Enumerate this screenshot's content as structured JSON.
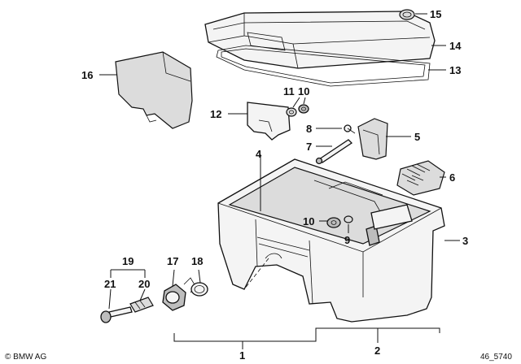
{
  "callouts": {
    "c1": "1",
    "c2": "2",
    "c3": "3",
    "c4": "4",
    "c5": "5",
    "c6": "6",
    "c7": "7",
    "c8": "8",
    "c9": "9",
    "c10a": "10",
    "c10b": "10",
    "c11": "11",
    "c12": "12",
    "c13": "13",
    "c14": "14",
    "c15": "15",
    "c16": "16",
    "c17": "17",
    "c18": "18",
    "c19": "19",
    "c20": "20",
    "c21": "21"
  },
  "footer": {
    "brand": "© BMW AG",
    "code": "46_5740"
  }
}
